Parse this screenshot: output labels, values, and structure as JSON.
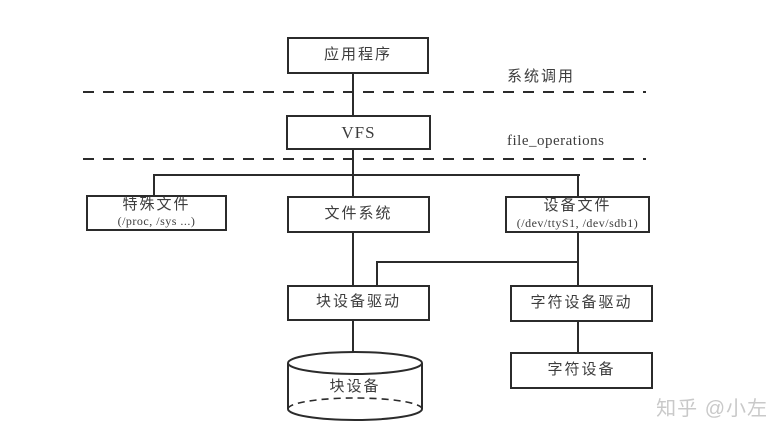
{
  "diagram": {
    "nodes": {
      "app": {
        "label": "应用程序"
      },
      "vfs": {
        "label": "VFS"
      },
      "special_files": {
        "label": "特殊文件",
        "sublabel": "(/proc, /sys ...)"
      },
      "filesystem": {
        "label": "文件系统"
      },
      "device_files": {
        "label": "设备文件",
        "sublabel": "(/dev/ttyS1, /dev/sdb1)"
      },
      "block_device_driver": {
        "label": "块设备驱动"
      },
      "char_device_driver": {
        "label": "字符设备驱动"
      },
      "block_device": {
        "label": "块设备"
      },
      "char_device": {
        "label": "字符设备"
      }
    },
    "layer_labels": {
      "system_call": "系统调用",
      "file_operations": "file_operations"
    },
    "colors": {
      "line": "#2b2b2b",
      "text": "#3d3d3d",
      "background": "#ffffff",
      "watermark": "#c9c9c9"
    }
  },
  "watermark": {
    "text": "知乎 @小左"
  }
}
